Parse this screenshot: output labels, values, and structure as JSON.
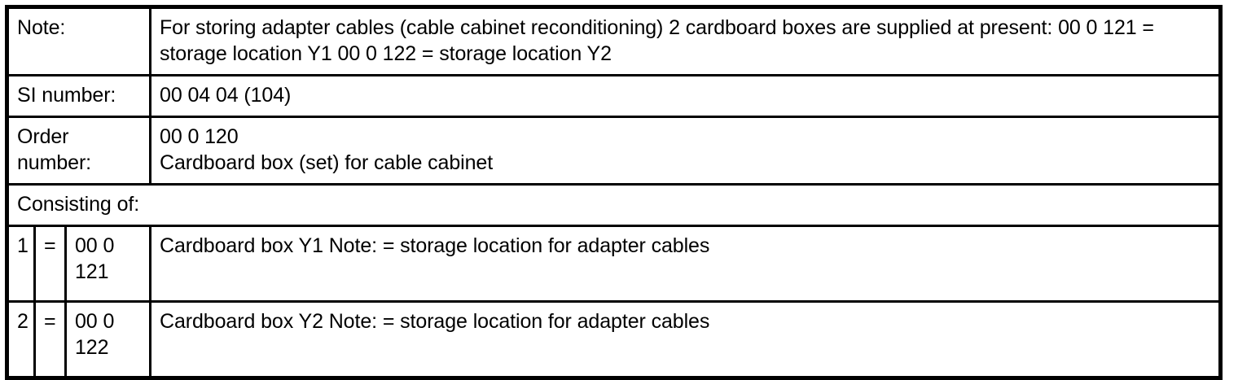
{
  "table": {
    "rows": [
      {
        "kind": "label-value",
        "label": "Note:",
        "value_line1": "For storing adapter cables (cable cabinet reconditioning) 2 cardboard boxes are supplied at present: 00 0 121 =",
        "value_line2": "storage location Y1 00 0 122 = storage location Y2"
      },
      {
        "kind": "label-value",
        "label": "SI number:",
        "value_line1": "00 04 04 (104)",
        "value_line2": ""
      },
      {
        "kind": "label-value-2",
        "label_line1": "Order",
        "label_line2": "number:",
        "value_line1": "00 0 120",
        "value_line2": "Cardboard box (set) for cable cabinet"
      },
      {
        "kind": "full-span",
        "text": "Consisting of:"
      },
      {
        "kind": "item",
        "index": "1",
        "equals": "=",
        "part_line1": "00 0",
        "part_line2": "121",
        "description": "Cardboard box Y1 Note: = storage location for adapter cables"
      },
      {
        "kind": "item",
        "index": "2",
        "equals": "=",
        "part_line1": "00 0",
        "part_line2": "122",
        "description": "Cardboard box Y2 Note: = storage location for adapter cables"
      }
    ]
  },
  "colors": {
    "border": "#000000",
    "background": "#ffffff",
    "text": "#000000"
  }
}
